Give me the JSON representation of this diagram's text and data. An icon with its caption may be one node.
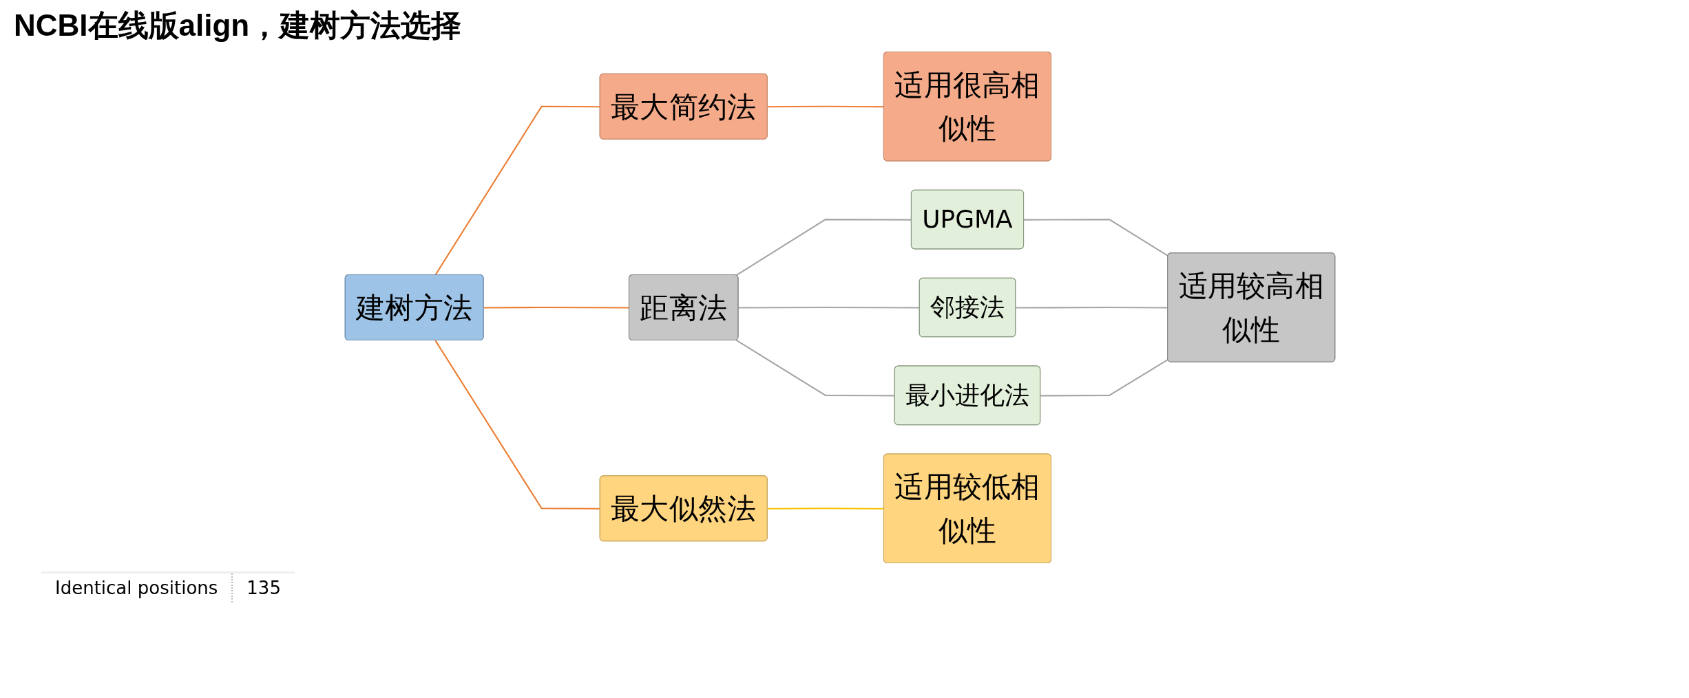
{
  "diagram": {
    "title": "NCBI在线版align，建树方法选择",
    "nodes": [
      {
        "text": [
          "建树方法"
        ]
      },
      {
        "text": [
          "最大简约法"
        ]
      },
      {
        "text": [
          "距离法"
        ]
      },
      {
        "text": [
          "最大似然法"
        ]
      },
      {
        "text": [
          "适用很高相似性"
        ]
      },
      {
        "text": [
          "UPGMA"
        ]
      },
      {
        "text": [
          "邻接法"
        ]
      },
      {
        "text": [
          "最小进化法"
        ]
      },
      {
        "text": [
          "适用较高相似性"
        ]
      },
      {
        "text": [
          "适用较低相似性"
        ]
      }
    ],
    "edges": [
      {
        "from": 0,
        "to": 1,
        "arrow": "none",
        "color": "#ed7d31"
      },
      {
        "from": 0,
        "to": 2,
        "arrow": "none",
        "color": "#ed7d31"
      },
      {
        "from": 0,
        "to": 3,
        "arrow": "none",
        "color": "#ed7d31"
      },
      {
        "from": 1,
        "to": 4,
        "arrow": "none",
        "color": "#ed7d31"
      },
      {
        "from": 2,
        "to": 5,
        "arrow": "none"
      },
      {
        "from": 2,
        "to": 6,
        "arrow": "none"
      },
      {
        "from": 2,
        "to": 7,
        "arrow": "none"
      },
      {
        "from": 5,
        "to": 8,
        "arrow": "none"
      },
      {
        "from": 6,
        "to": 8,
        "arrow": "none"
      },
      {
        "from": 7,
        "to": 8,
        "arrow": "none"
      },
      {
        "from": 3,
        "to": 9,
        "arrow": "none",
        "color": "#ffc000"
      }
    ],
    "labels": [
      "Identical positions",
      "135"
    ]
  }
}
